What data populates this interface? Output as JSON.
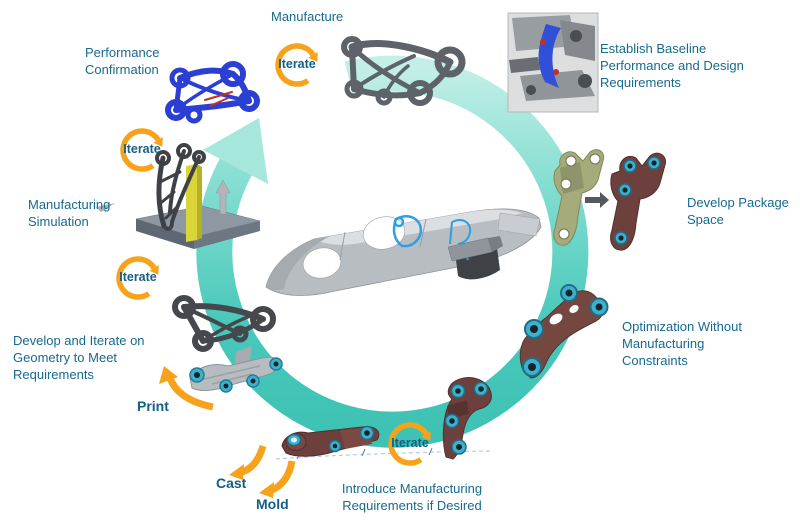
{
  "diagram": {
    "type": "process-cycle",
    "iterate_label": "Iterate",
    "stages": {
      "manufacture": "Manufacture",
      "establish_baseline": "Establish Baseline\nPerformance and Design\nRequirements",
      "develop_package_space": "Develop Package\nSpace",
      "optimization_without_constraints": "Optimization Without\nManufacturing\nConstraints",
      "introduce_manufacturing_requirements": "Introduce Manufacturing\nRequirements if Desired",
      "develop_iterate_geometry": "Develop and Iterate on\nGeometry to Meet\nRequirements",
      "manufacturing_simulation": "Manufacturing\nSimulation",
      "performance_confirmation": "Performance\nConfirmation"
    },
    "manufacturing_methods": {
      "print": "Print",
      "cast": "Cast",
      "mold": "Mold"
    },
    "colors": {
      "label_text": "#17698E",
      "bold_label_text": "#135F86",
      "cycle_teal": "#3EC2B4",
      "cycle_teal_light": "#C4EFE8",
      "cycle_arrowhead": "#A5E7DA",
      "iterate_orange": "#F7A21B",
      "part_maroon": "#6D403D",
      "part_blue_fea": "#2B3FD4",
      "part_olive_green": "#A6AB7C",
      "part_gray": "#5E6369",
      "part_silver": "#B7BCC1",
      "bushing_teal": "#3FB0CC",
      "build_plate_gray": "#8E98A3",
      "support_yellow": "#D9D53B"
    },
    "icons": {
      "cycle_arrow": "circular-cycle-arrow",
      "iterate_arrow": "iterate-loop-arrow",
      "method_arrow": "curved-swoosh-arrow",
      "transform_arrow": "right-arrow"
    }
  }
}
